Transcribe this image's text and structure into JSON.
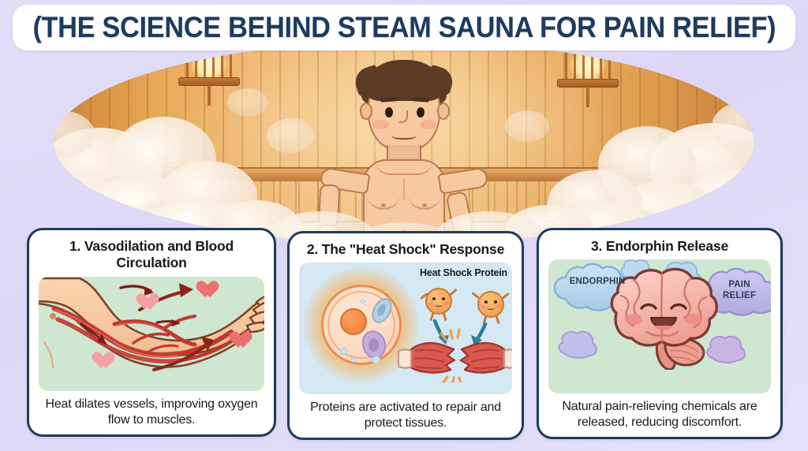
{
  "title": "(THE SCIENCE BEHIND STEAM SAUNA FOR PAIN RELIEF)",
  "colors": {
    "background": "#ddd9f7",
    "title_text": "#1d3b5e",
    "card_border": "#1d3b5e",
    "card_bg": "#ffffff",
    "figure_green": "#cfe6d1",
    "figure_blue": "#d3e8f3",
    "heart_red": "#ef6e6e",
    "wood": "#e9ab5c"
  },
  "hero": {
    "scene_name": "man-relaxing-in-steam-sauna",
    "elements": [
      "wood-panel-wall",
      "sauna-bench",
      "sauna-lamp",
      "steam-clouds",
      "seated-man-with-towel"
    ]
  },
  "cards": [
    {
      "title": "1. Vasodilation and Blood Circulation",
      "caption": "Heat dilates vessels, improving oxygen flow to muscles.",
      "figure": "arm-with-dilated-blood-vessels-and-hearts",
      "figure_bg": "green"
    },
    {
      "title": "2. The \"Heat Shock\" Response",
      "caption": "Proteins are activated to repair and protect tissues.",
      "figure": "cell-and-heat-shock-proteins-repairing-muscle",
      "figure_bg": "blue",
      "figure_label": "Heat Shock Protein"
    },
    {
      "title": "3. Endorphin Release",
      "caption": "Natural pain-relieving chemicals are released, reducing discomfort.",
      "figure": "smiling-brain-with-thought-bubbles",
      "figure_bg": "green",
      "bubbles": [
        "ENDORPHIN",
        "PAIN RELIEF"
      ]
    }
  ]
}
